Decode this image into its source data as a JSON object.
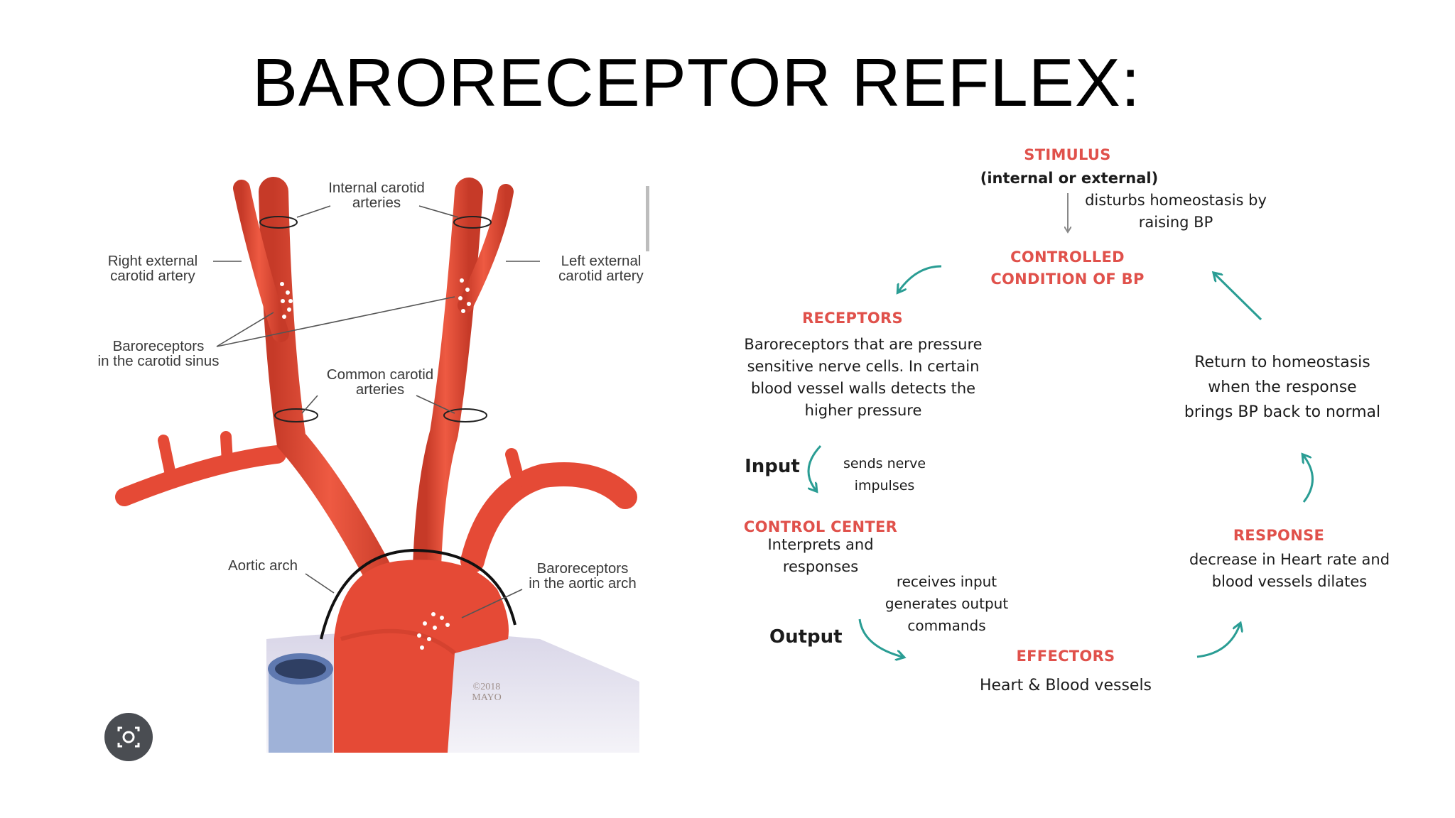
{
  "title": "BARORECEPTOR REFLEX:",
  "anatomy": {
    "labels": {
      "internal_carotid": "Internal carotid\narteries",
      "right_external": "Right external\ncarotid artery",
      "left_external": "Left external\ncarotid artery",
      "baro_sinus": "Baroreceptors\nin the carotid sinus",
      "common_carotid": "Common carotid\narteries",
      "aortic_arch": "Aortic arch",
      "baro_aortic": "Baroreceptors\nin the aortic arch",
      "copyright": "©2018\nMAYO"
    },
    "colors": {
      "artery": "#e54a36",
      "artery_dark": "#c63a28",
      "vein": "#9fb2d8"
    }
  },
  "flowchart": {
    "stimulus": {
      "heading": "STIMULUS",
      "subheading": "(internal or external)",
      "text": "disturbs homeostasis by\nraising BP"
    },
    "controlled": {
      "heading": "CONTROLLED\nCONDITION OF BP"
    },
    "receptors": {
      "heading": "RECEPTORS",
      "text": "Baroreceptors that are pressure\nsensitive nerve cells. In certain\nblood vessel walls detects the\nhigher pressure"
    },
    "input": {
      "label": "Input",
      "text": "sends nerve\nimpulses"
    },
    "control_center": {
      "heading": "CONTROL CENTER",
      "text": "Interprets and\nresponses"
    },
    "output": {
      "label": "Output",
      "text": "receives input\ngenerates output\ncommands"
    },
    "effectors": {
      "heading": "EFFECTORS",
      "text": "Heart & Blood vessels"
    },
    "response": {
      "heading": "RESPONSE",
      "text": "decrease in Heart rate and\nblood vessels dilates"
    },
    "return": {
      "text": "Return to homeostasis\nwhen the response\nbrings BP back to normal"
    },
    "colors": {
      "heading": "#e0514b",
      "arrow": "#2a9d94",
      "text": "#1b1b1b"
    }
  },
  "icons": {
    "lens": "image-search-icon"
  }
}
